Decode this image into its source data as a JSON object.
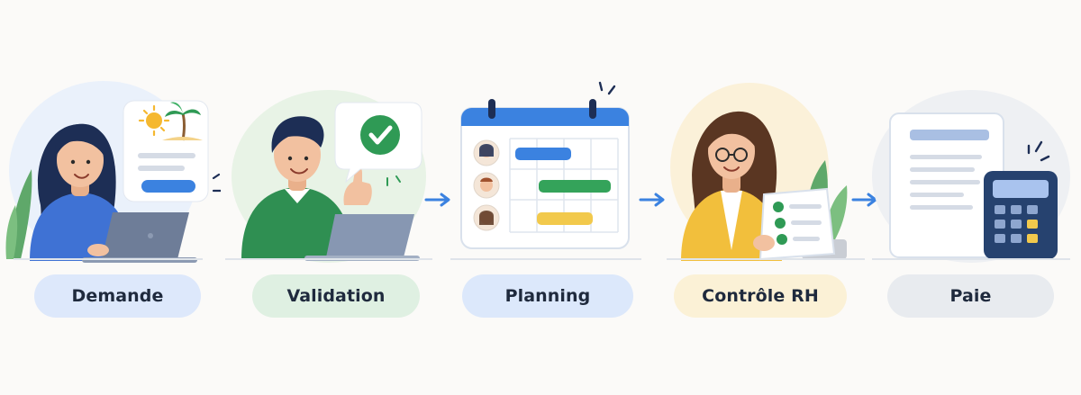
{
  "steps": [
    {
      "label": "Demande",
      "pill_color": "#dde8fb"
    },
    {
      "label": "Validation",
      "pill_color": "#dff0e2"
    },
    {
      "label": "Planning",
      "pill_color": "#dce8fb"
    },
    {
      "label": "Contrôle RH",
      "pill_color": "#fbf1d6"
    },
    {
      "label": "Paie",
      "pill_color": "#e8ebef"
    }
  ],
  "colors": {
    "accent_blue": "#3b82e0",
    "green": "#34a35a",
    "yellow": "#f2c94c",
    "navy": "#26426f"
  },
  "icons": [
    "sun-icon",
    "palm-tree-icon",
    "checkmark-icon",
    "calendar-icon",
    "checklist-icon",
    "calculator-icon",
    "arrow-right-icon"
  ]
}
